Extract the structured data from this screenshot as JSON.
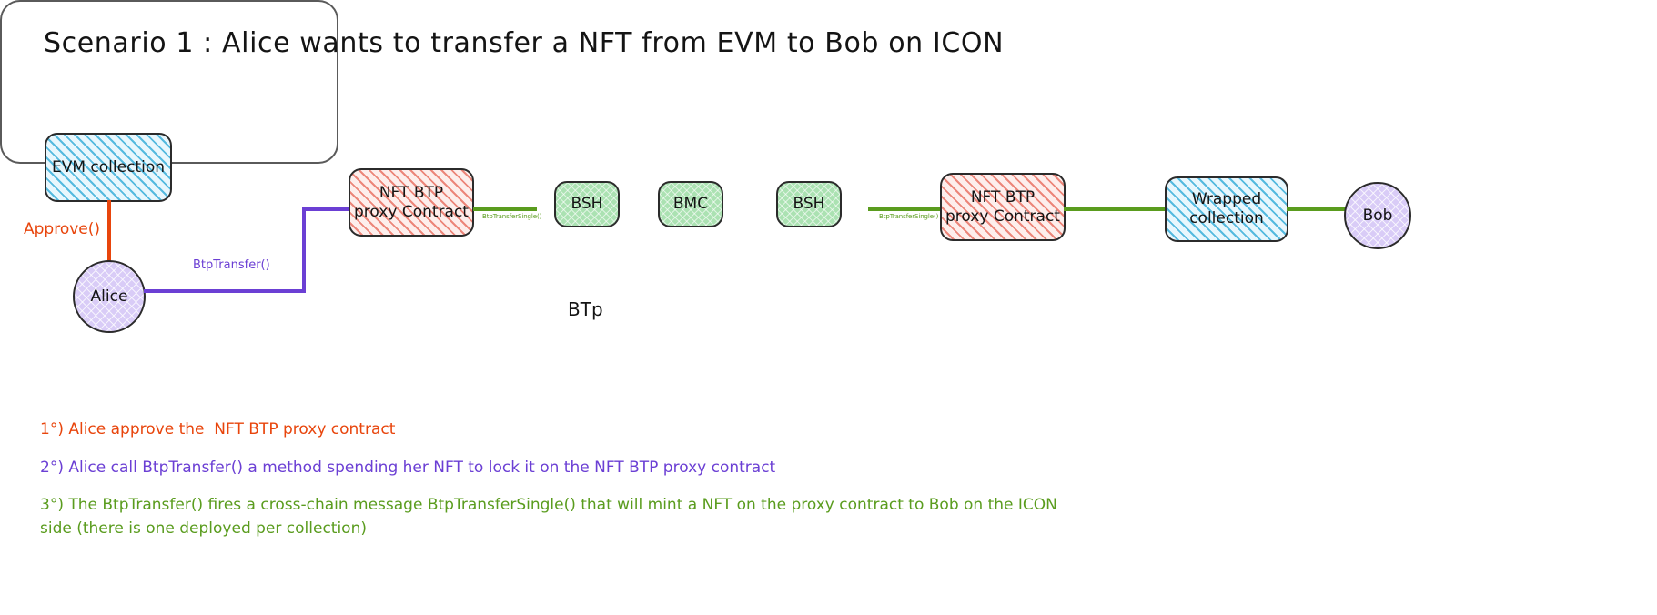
{
  "title": "Scenario 1 : Alice wants to transfer a NFT from EVM to Bob  on ICON",
  "nodes": {
    "evm_collection": "EVM collection",
    "alice": "Alice",
    "proxy_left_line1": "NFT BTP",
    "proxy_left_line2": "proxy Contract",
    "btp_container_label": "BTp",
    "bsh_left": "BSH",
    "bmc": "BMC",
    "bsh_right": "BSH",
    "proxy_right_line1": "NFT BTP",
    "proxy_right_line2": "proxy Contract",
    "wrapped_line1": "Wrapped",
    "wrapped_line2": "collection",
    "bob": "Bob"
  },
  "edges": {
    "approve_label": "Approve()",
    "btptransfer_label": "BtpTransfer()",
    "btptransfer_single_label": "BtpTransferSingle()"
  },
  "legend": {
    "step1": "1°) Alice approve the  NFT BTP proxy contract",
    "step2": "2°) Alice call BtpTransfer() a method spending her NFT to lock it on the NFT BTP proxy contract",
    "step3": "3°) The BtpTransfer() fires a cross-chain message BtpTransferSingle() that will mint a NFT on the proxy contract to Bob on the ICON side (there is one deployed per collection)"
  },
  "colors": {
    "approve": "#e8450c",
    "btptransfer": "#6b3fd4",
    "btptransfer_single": "#5a9c1e",
    "collection_fill": "#3bafda",
    "proxy_fill": "#e86c5e",
    "actor_fill": "#8a6fd4",
    "bsh_fill": "#6bbf73"
  }
}
